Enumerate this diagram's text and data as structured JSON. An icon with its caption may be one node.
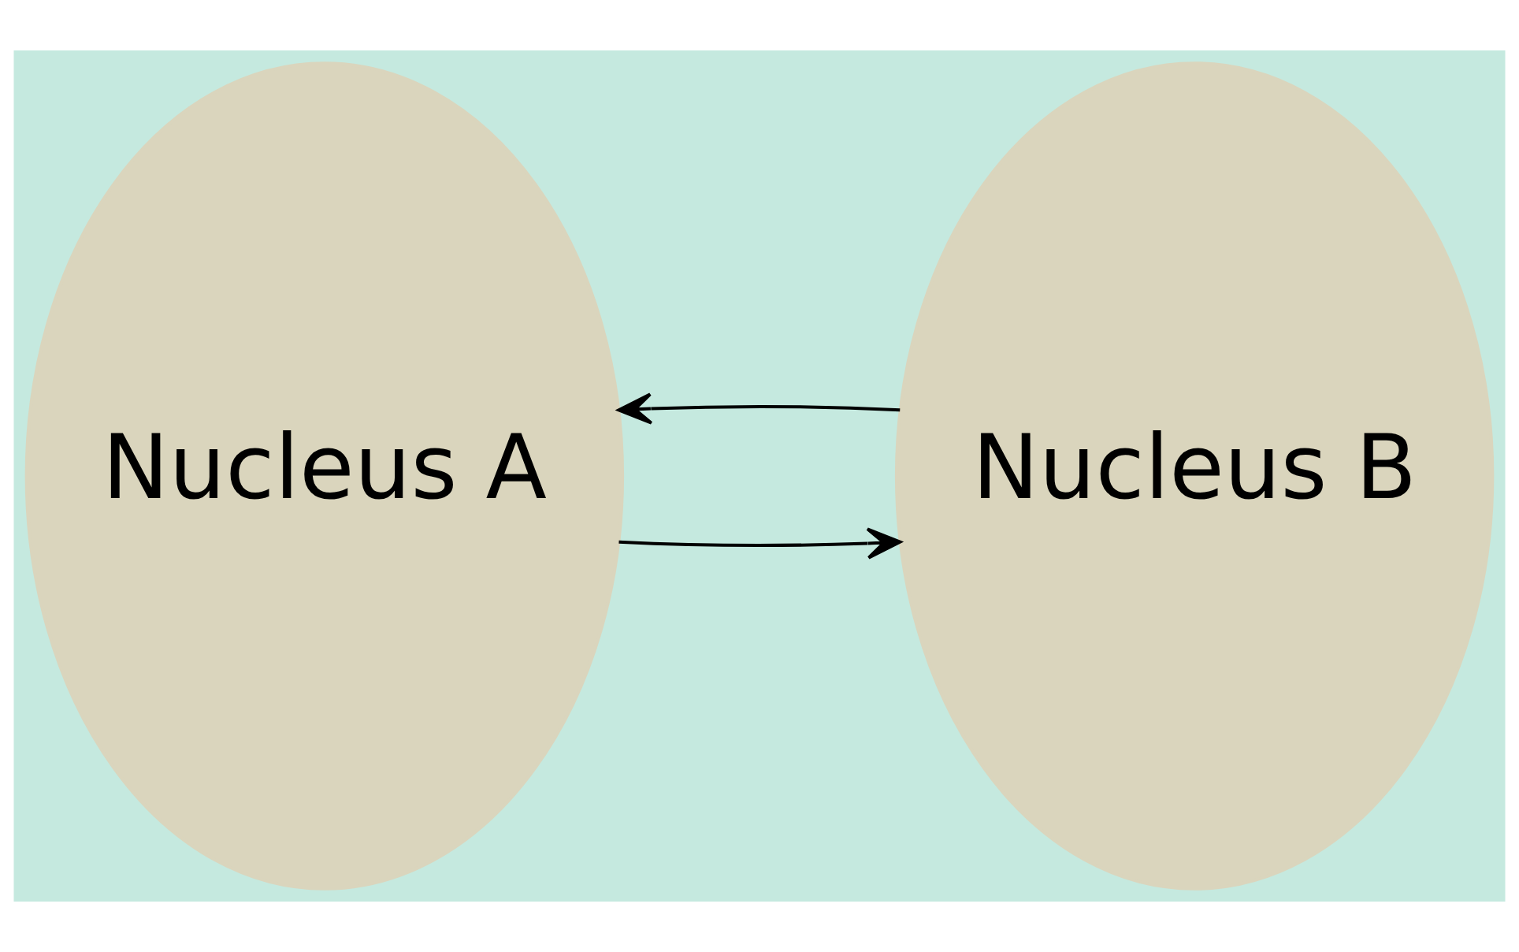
{
  "diagram": {
    "nodes": [
      {
        "text": [
          "Nucleus A"
        ]
      },
      {
        "text": [
          "Nucleus B"
        ]
      }
    ],
    "edges": [
      {
        "from": 0,
        "to": 1,
        "arrow": "to"
      },
      {
        "from": 1,
        "to": 0,
        "arrow": "to"
      }
    ]
  }
}
